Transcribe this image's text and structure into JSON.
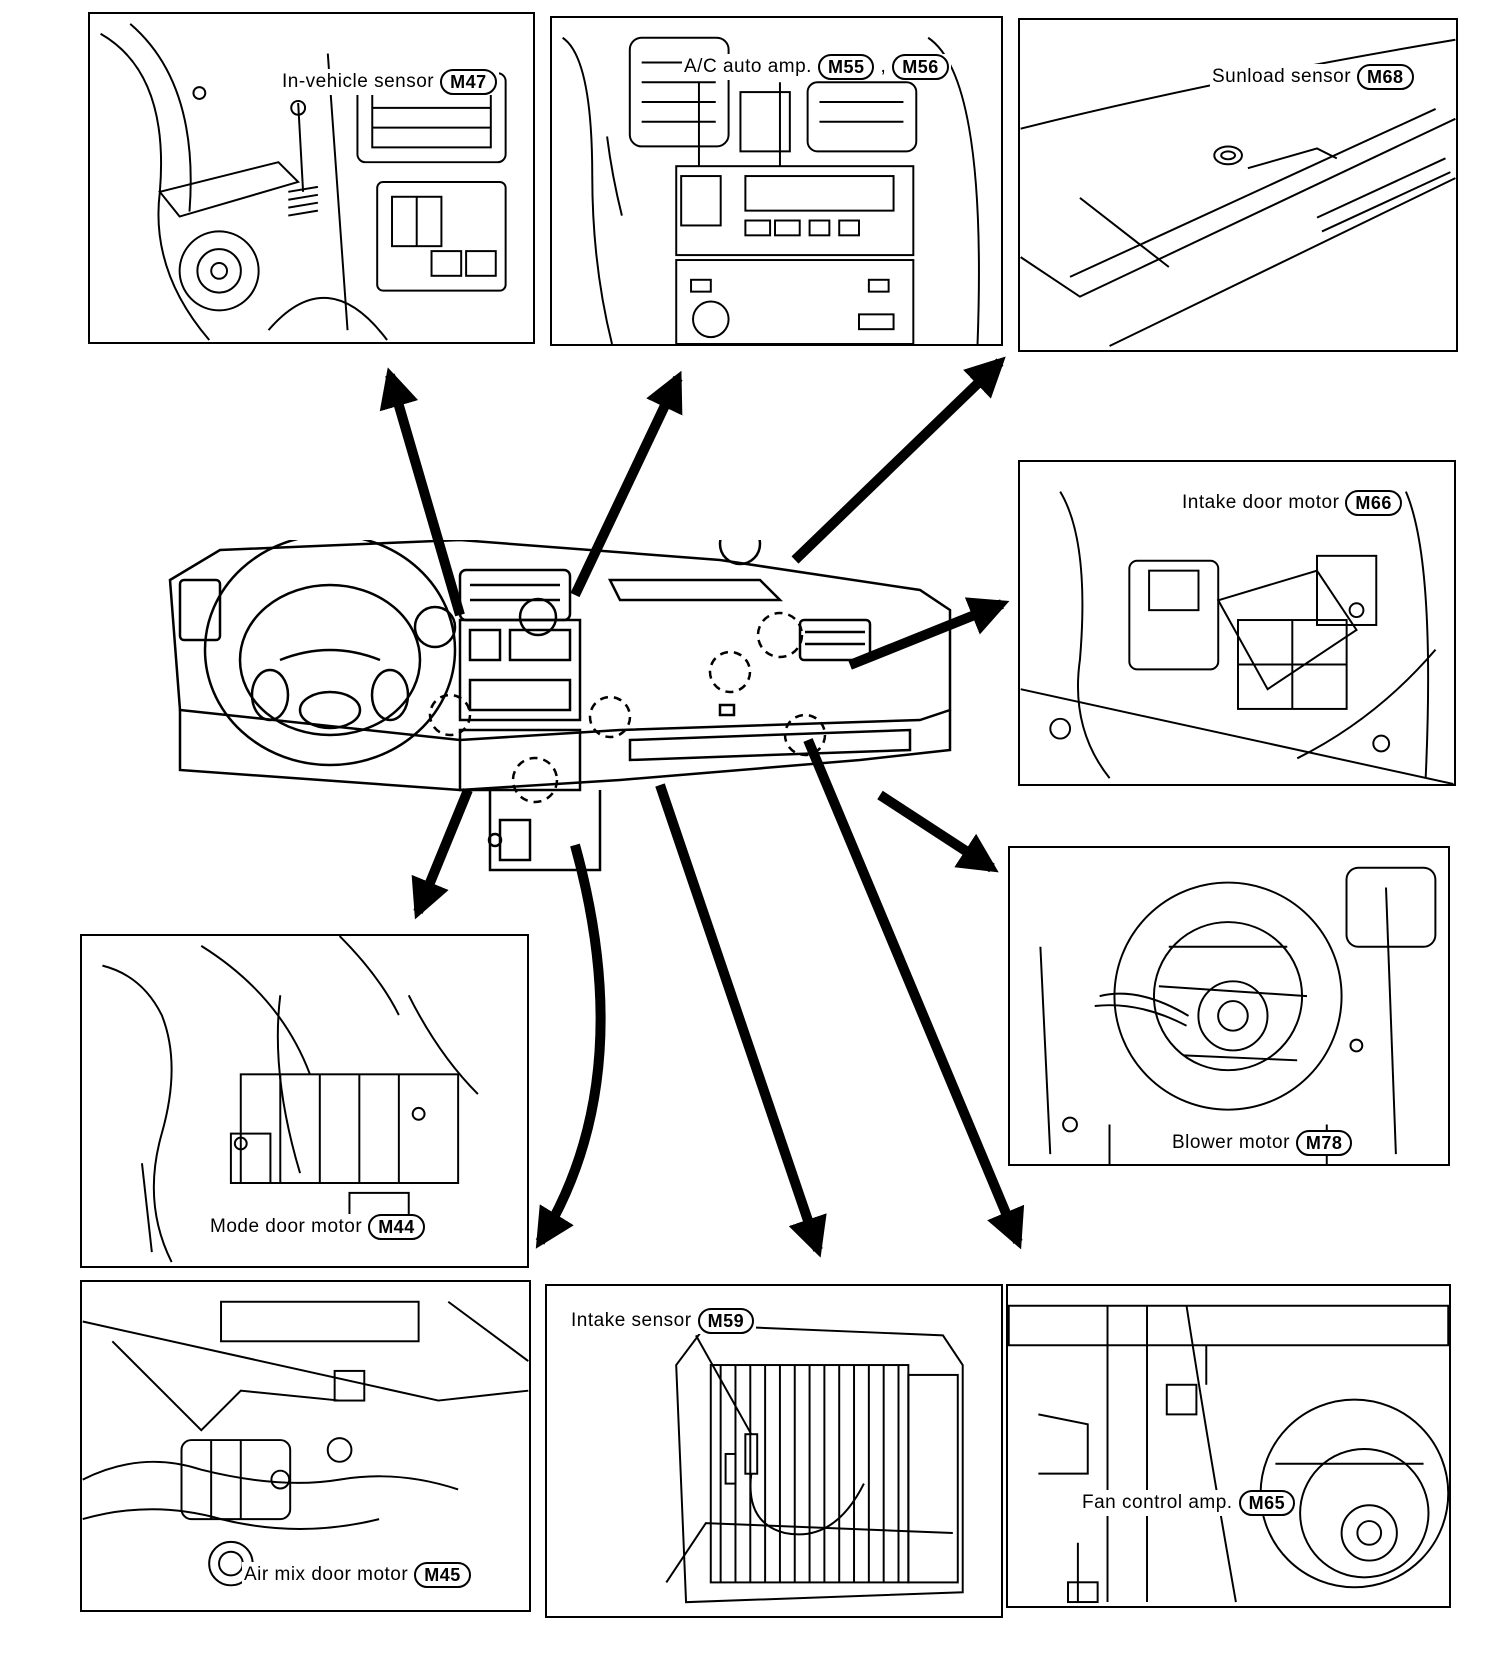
{
  "components": [
    {
      "id": "in_vehicle_sensor",
      "name": "In-vehicle sensor",
      "connectors": [
        "M47"
      ]
    },
    {
      "id": "ac_auto_amp",
      "name": "A/C auto amp.",
      "connectors": [
        "M55",
        "M56"
      ],
      "separator": ","
    },
    {
      "id": "sunload_sensor",
      "name": "Sunload sensor",
      "connectors": [
        "M68"
      ]
    },
    {
      "id": "intake_door_motor",
      "name": "Intake door motor",
      "connectors": [
        "M66"
      ]
    },
    {
      "id": "blower_motor",
      "name": "Blower motor",
      "connectors": [
        "M78"
      ]
    },
    {
      "id": "mode_door_motor",
      "name": "Mode door motor",
      "connectors": [
        "M44"
      ]
    },
    {
      "id": "air_mix_door_motor",
      "name": "Air mix door motor",
      "connectors": [
        "M45"
      ]
    },
    {
      "id": "intake_sensor",
      "name": "Intake sensor",
      "connectors": [
        "M59"
      ]
    },
    {
      "id": "fan_control_amp",
      "name": "Fan control amp.",
      "connectors": [
        "M65"
      ]
    }
  ]
}
